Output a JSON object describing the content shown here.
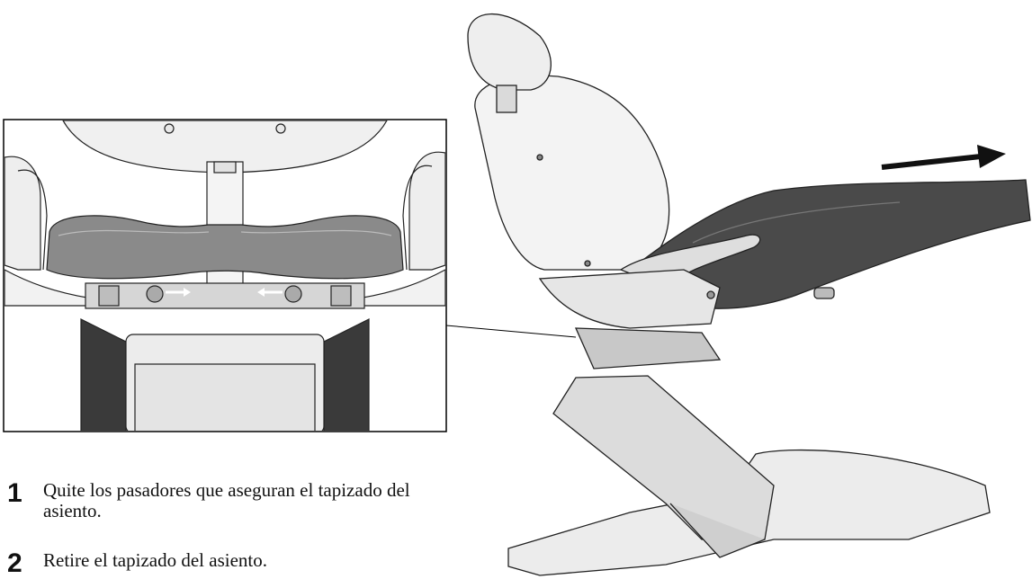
{
  "steps": [
    {
      "number": "1",
      "text": "Quite los pasadores que aseguran el tapizado del asiento."
    },
    {
      "number": "2",
      "text": "Retire el tapizado del asiento."
    }
  ],
  "figure": {
    "inset": "detail-view-seat-pins",
    "main": "dental-chair-reclined",
    "direction_arrow": "remove-seat-cushion-direction"
  }
}
